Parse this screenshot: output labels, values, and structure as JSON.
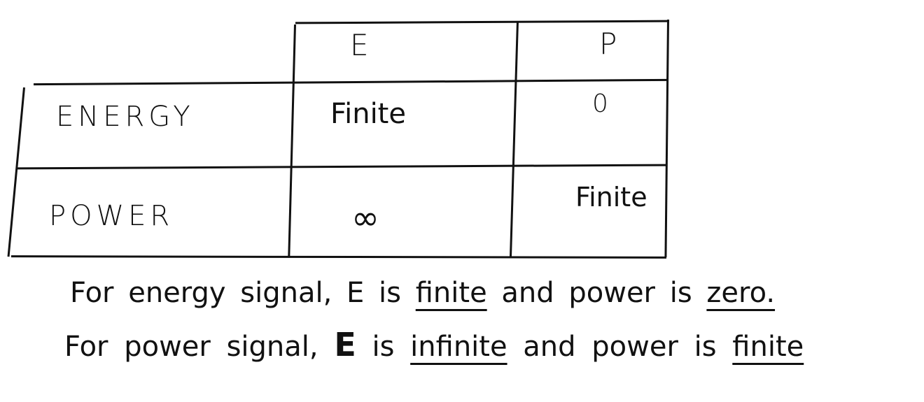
{
  "table": {
    "column_headers": [
      "E",
      "P"
    ],
    "rows": [
      {
        "label": "ENERGY",
        "E": "Finite",
        "P": "0"
      },
      {
        "label": "POWER",
        "E": "∞",
        "P": "Finite"
      }
    ]
  },
  "notes": {
    "line1": {
      "prefix": "For energy signal, E is",
      "blank1": "finite",
      "middle": "and power is",
      "blank2": "zero."
    },
    "line2": {
      "prefix": "For power signal,",
      "bold_e": "E",
      "is": "is",
      "blank1": "infinite",
      "middle": "and power is",
      "blank2": "finite"
    }
  }
}
